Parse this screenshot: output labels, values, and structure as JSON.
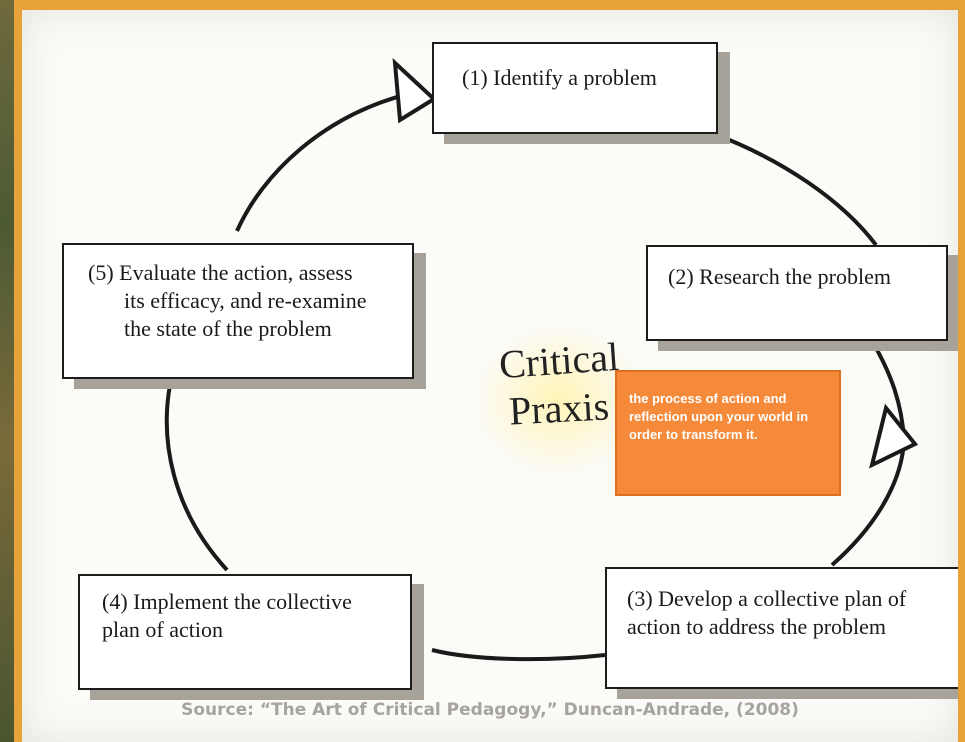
{
  "steps": {
    "identify": [
      "(1) Identify a problem"
    ],
    "research": [
      "(2) Research the problem"
    ],
    "develop": [
      "(3) Develop a collective plan of",
      "action to address the problem"
    ],
    "implement": [
      "(4) Implement the collective",
      "plan of action"
    ],
    "evaluate": [
      "(5) Evaluate the action, assess",
      "its efficacy, and re-examine",
      "the state of the problem"
    ]
  },
  "center": {
    "line1": "Critical",
    "line2": "Praxis"
  },
  "definition": "the process of action and reflection upon your world in order to transform it.",
  "source": "Source: “The Art of Critical Pedagogy,” Duncan-Andrade, (2008)",
  "colors": {
    "frame": "#e7a33a",
    "definition_bg": "#f48a3a",
    "box_shadow": "#a7a29a"
  }
}
